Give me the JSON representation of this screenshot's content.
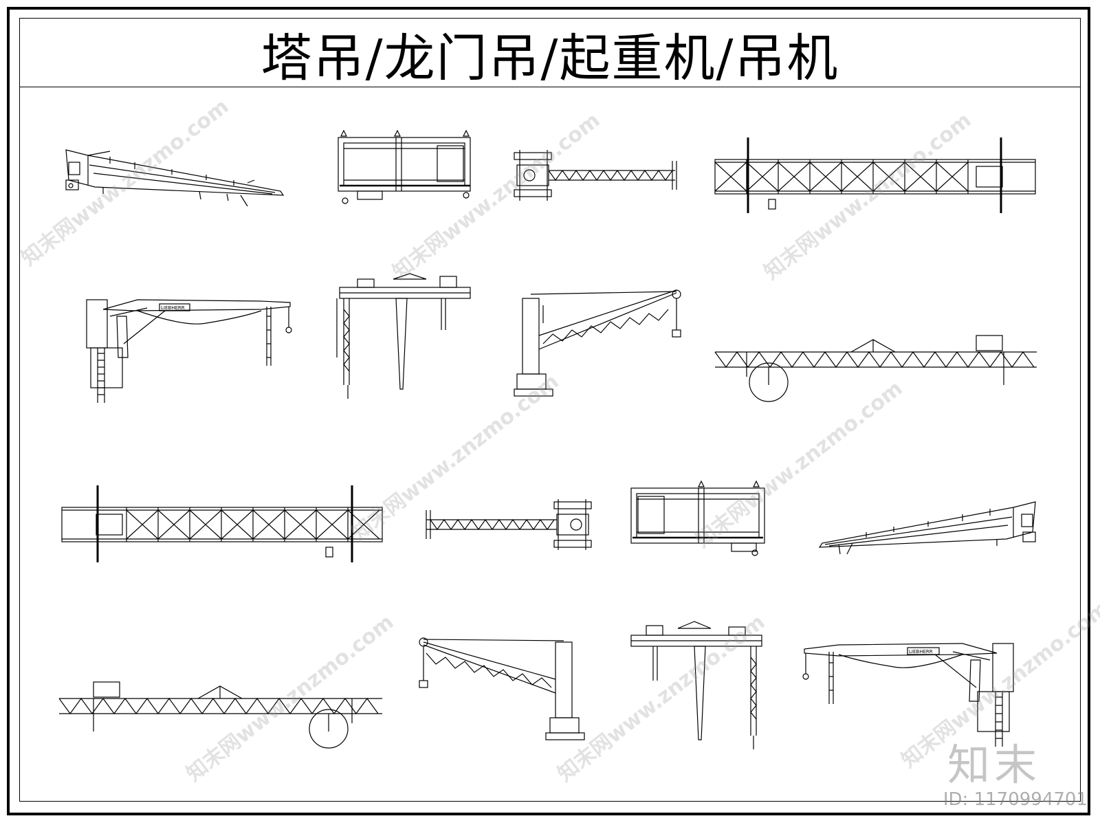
{
  "title": "塔吊/龙门吊/起重机/吊机",
  "watermark_text": "知末网www.znzmo.com",
  "brand_mark": "知末",
  "id_label": "ID: 1170994701",
  "cabin_label": "LIEBHERR",
  "colors": {
    "line": "#000000",
    "background": "#ffffff",
    "watermark": "#969696"
  },
  "drawings": [
    {
      "name": "slewing-jib-crane-side-a",
      "type": "jib"
    },
    {
      "name": "gantry-crane-plan-a",
      "type": "gantry-plan"
    },
    {
      "name": "tower-crane-plan-a",
      "type": "tower-plan"
    },
    {
      "name": "lattice-bridge-plan-a",
      "type": "bridge-plan"
    },
    {
      "name": "ship-crane-elevation-a",
      "type": "ship-crane"
    },
    {
      "name": "gantry-crane-elevation-a",
      "type": "gantry-elevation"
    },
    {
      "name": "luffing-crane-elevation-a",
      "type": "luffing"
    },
    {
      "name": "truss-bridge-elevation-a",
      "type": "truss"
    },
    {
      "name": "lattice-bridge-plan-b",
      "type": "bridge-plan"
    },
    {
      "name": "tower-crane-plan-b",
      "type": "tower-plan"
    },
    {
      "name": "gantry-crane-plan-b",
      "type": "gantry-plan"
    },
    {
      "name": "slewing-jib-crane-side-b",
      "type": "jib"
    },
    {
      "name": "truss-bridge-elevation-b",
      "type": "truss"
    },
    {
      "name": "luffing-crane-elevation-b",
      "type": "luffing"
    },
    {
      "name": "gantry-crane-elevation-b",
      "type": "gantry-elevation"
    },
    {
      "name": "ship-crane-elevation-b",
      "type": "ship-crane"
    }
  ]
}
